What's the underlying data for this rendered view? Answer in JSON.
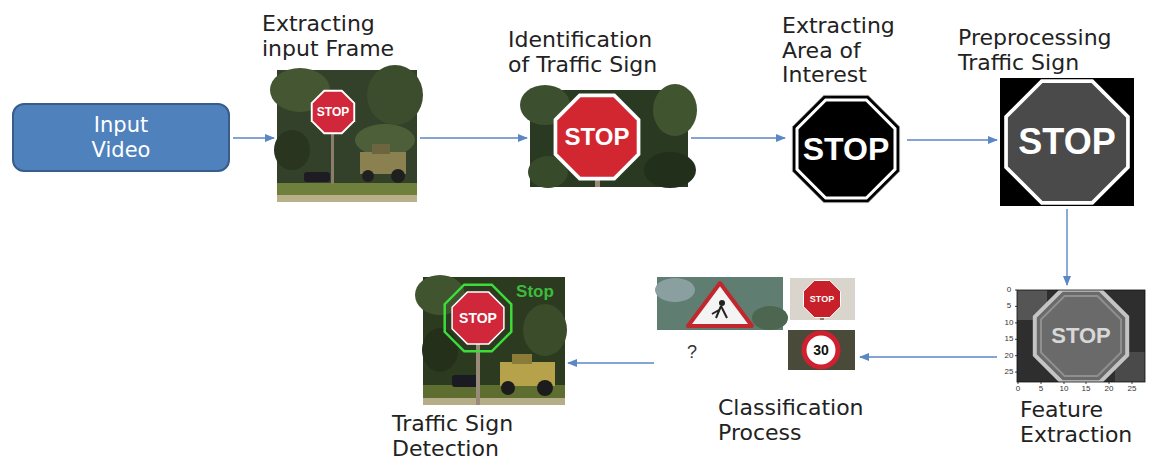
{
  "diagram": {
    "nodes": [
      {
        "text": [
          "Input Video"
        ]
      },
      {
        "text": [
          "Extracting input Frame"
        ]
      },
      {
        "text": [
          "Identification of Traffic Sign"
        ]
      },
      {
        "text": [
          "Extracting Area of Interest"
        ]
      },
      {
        "text": [
          "Preprocessing Traffic Sign"
        ]
      },
      {
        "text": [
          "Feature Extraction"
        ]
      },
      {
        "text": [
          "Classification Process"
        ]
      },
      {
        "text": [
          "Traffic Sign Detection"
        ]
      }
    ],
    "edges": [
      {
        "from": 0,
        "to": 1,
        "arrow": "to"
      },
      {
        "from": 1,
        "to": 2,
        "arrow": "to"
      },
      {
        "from": 2,
        "to": 3,
        "arrow": "to"
      },
      {
        "from": 3,
        "to": 4,
        "arrow": "to"
      },
      {
        "from": 4,
        "to": 5,
        "arrow": "to"
      },
      {
        "from": 5,
        "to": 6,
        "arrow": "to"
      },
      {
        "from": 6,
        "to": 7,
        "arrow": "to"
      }
    ],
    "labels": [
      "STOP",
      "STOP",
      "STOP",
      "STOP",
      "STOP",
      "0",
      "5",
      "10",
      "15",
      "20",
      "25",
      "0",
      "5",
      "10",
      "15",
      "20",
      "25",
      "STOP",
      "30",
      "?",
      "Stop",
      "STOP"
    ]
  }
}
